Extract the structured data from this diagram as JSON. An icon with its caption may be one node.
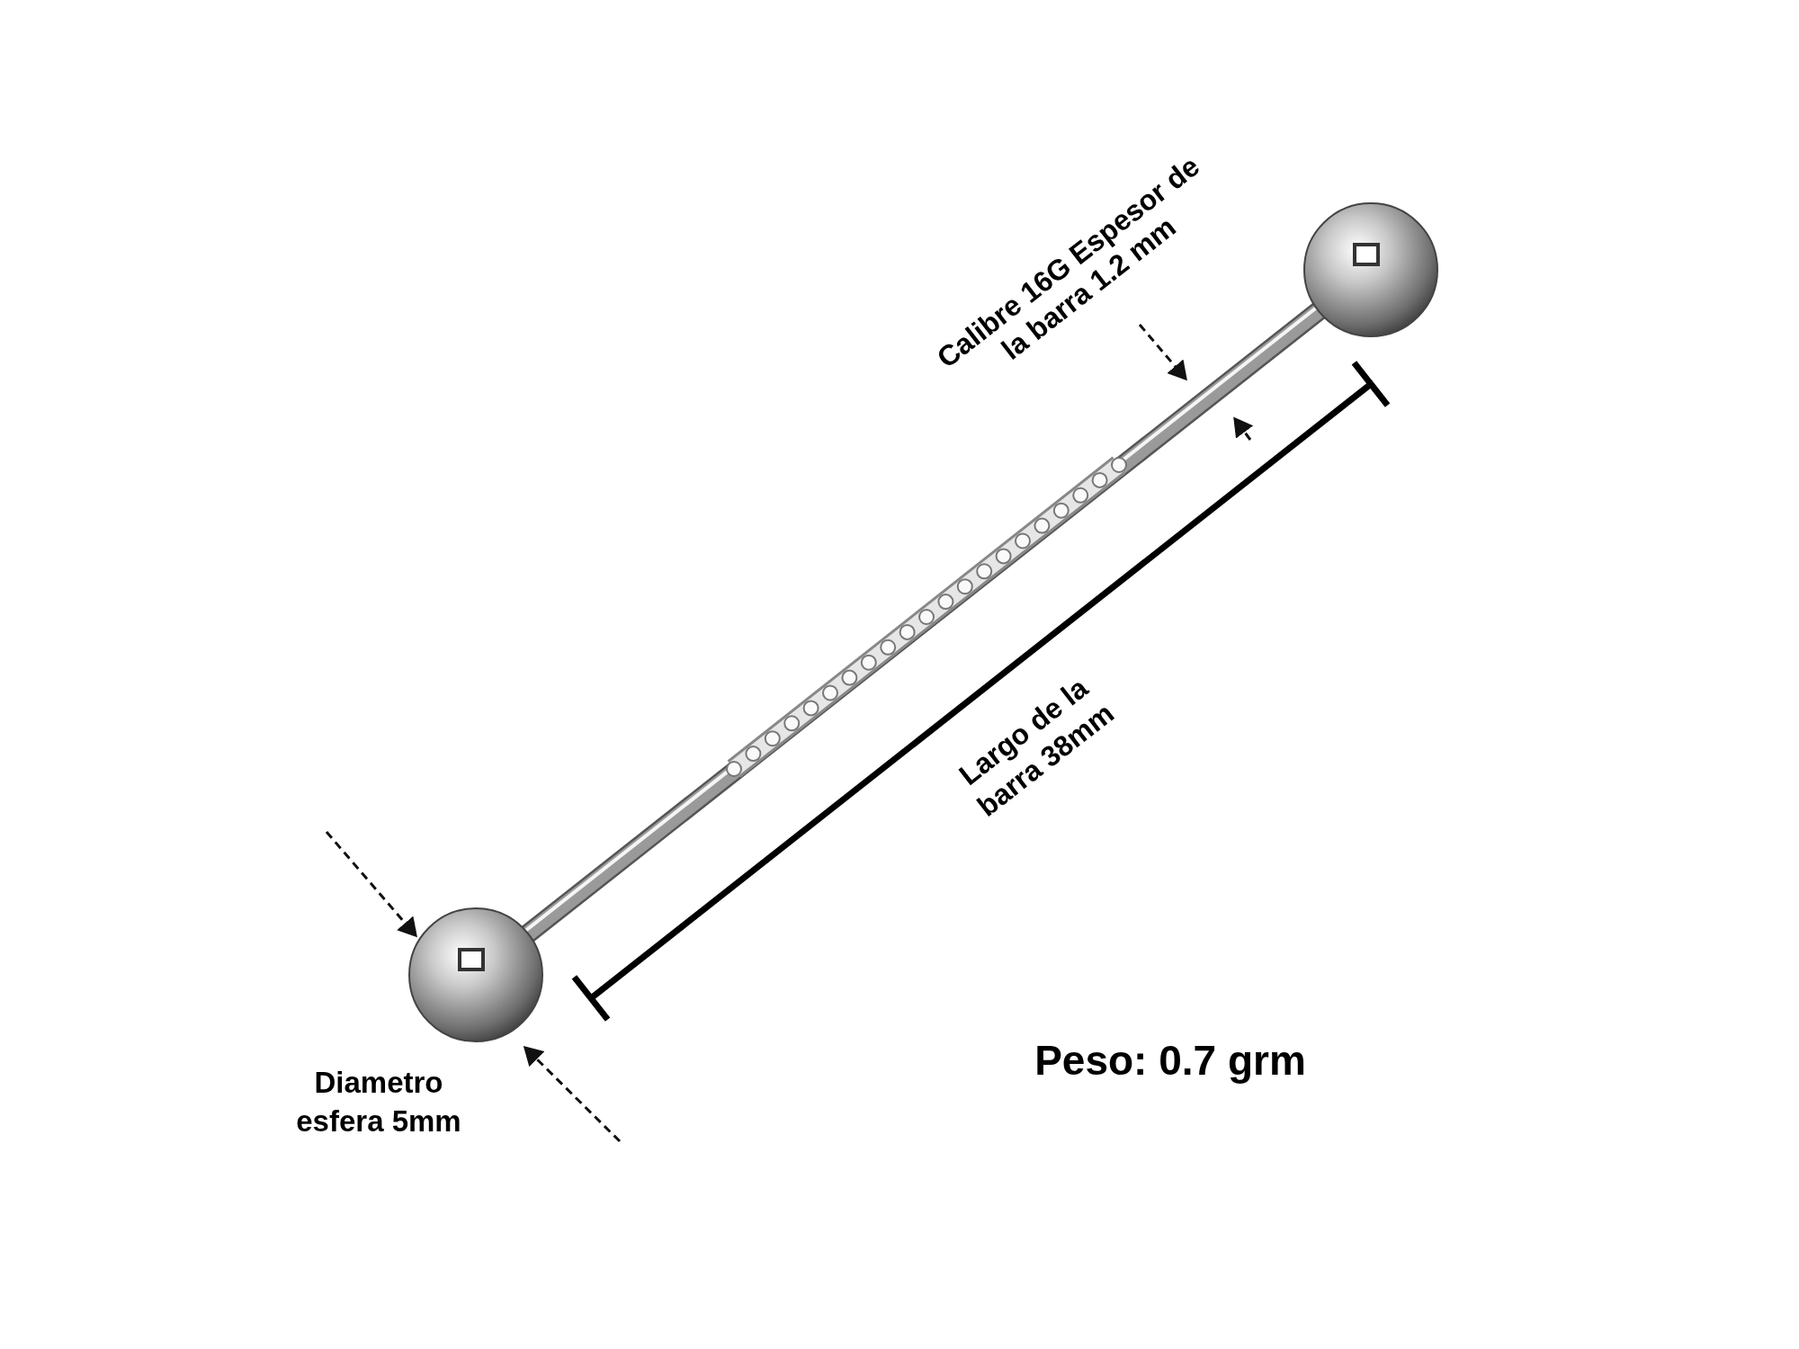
{
  "diagram": {
    "labels": [
      "Calibre 16G Espesor de la barra 1.2 mm",
      "Largo de la barra 38mm",
      "Diametro esfera 5mm",
      "Peso: 0.7 grm"
    ]
  }
}
